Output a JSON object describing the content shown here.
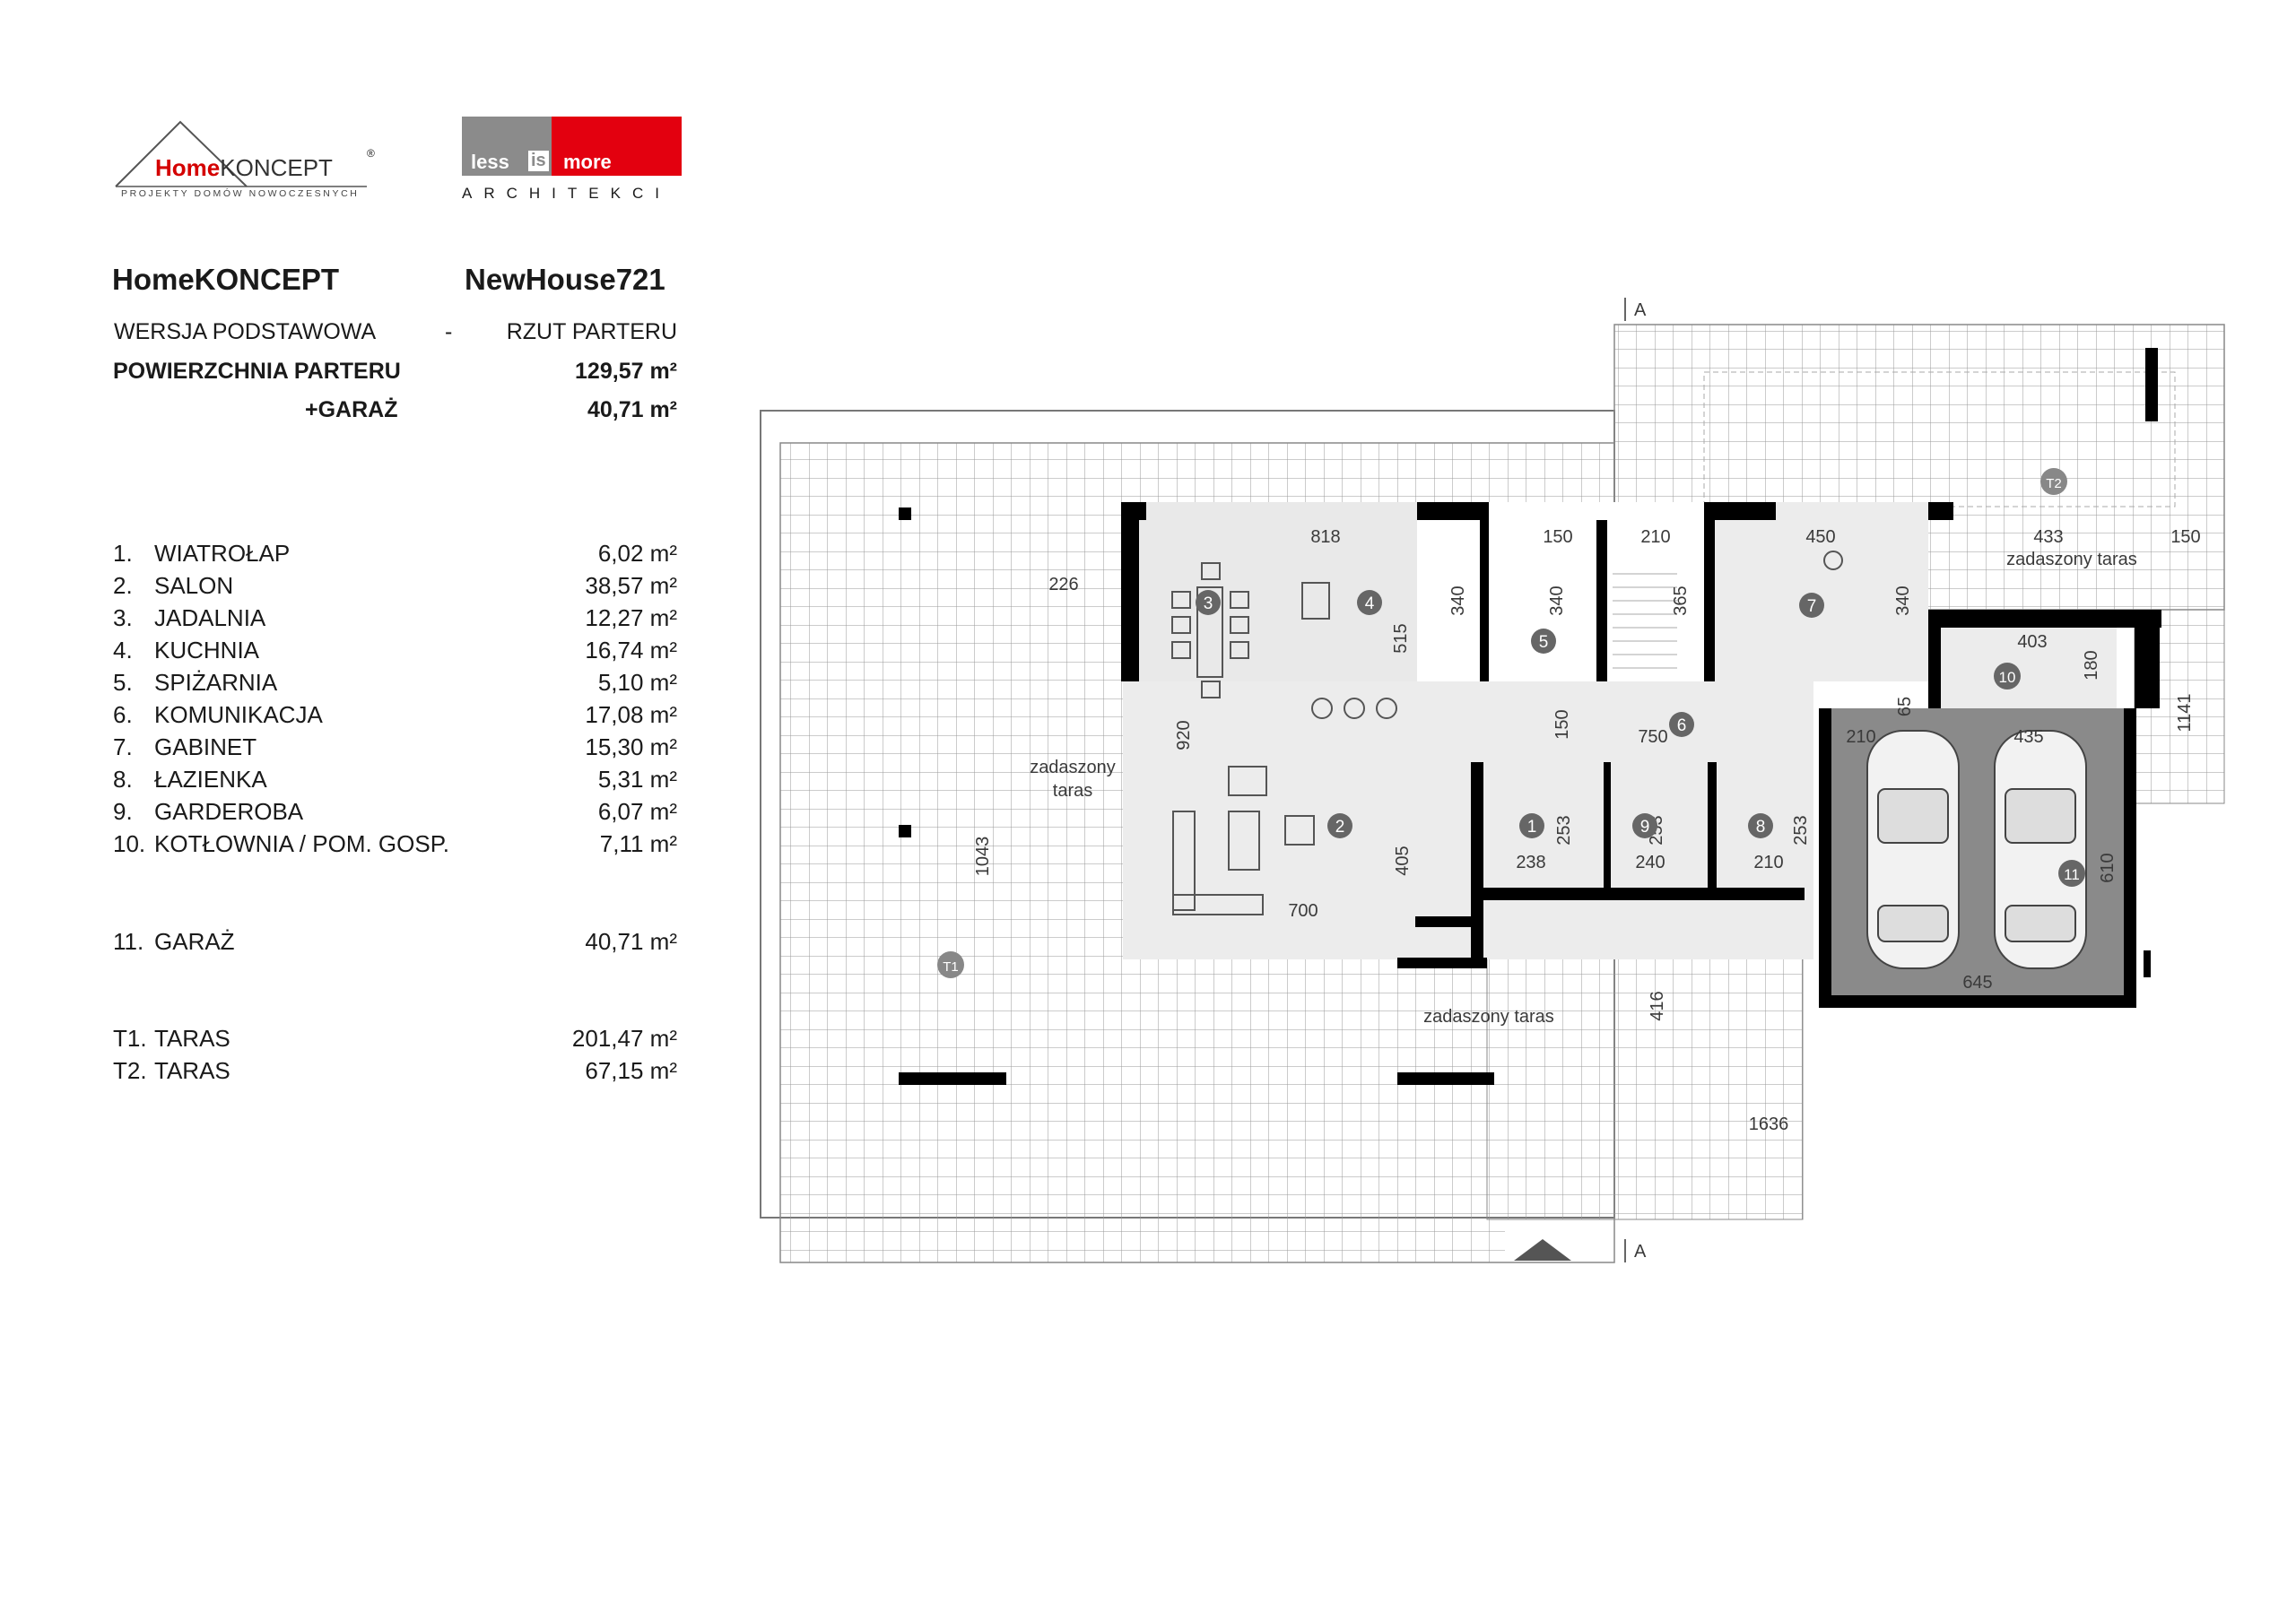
{
  "logos": {
    "homekoncept": {
      "part1": "Home",
      "part2": "KONCEPT",
      "registered": "®",
      "tagline": "PROJEKTY DOMÓW NOWOCZESNYCH"
    },
    "lessismore": {
      "less": "less",
      "is": "is",
      "more": "more",
      "subtitle": "ARCHITEKCI"
    }
  },
  "header": {
    "brand": "HomeKONCEPT",
    "project": "NewHouse721",
    "version": "WERSJA  PODSTAWOWA",
    "separator": "-",
    "view": "RZUT PARTERU",
    "area_label": "POWIERZCHNIA PARTERU",
    "area_value": "129,57 m²",
    "garage_label": "+GARAŻ",
    "garage_value": "40,71 m²"
  },
  "rooms": [
    {
      "num": "1.",
      "name": "WIATROŁAP",
      "area": "6,02 m²"
    },
    {
      "num": "2.",
      "name": "SALON",
      "area": "38,57 m²"
    },
    {
      "num": "3.",
      "name": "JADALNIA",
      "area": "12,27 m²"
    },
    {
      "num": "4.",
      "name": "KUCHNIA",
      "area": "16,74 m²"
    },
    {
      "num": "5.",
      "name": "SPIŻARNIA",
      "area": "5,10 m²"
    },
    {
      "num": "6.",
      "name": "KOMUNIKACJA",
      "area": "17,08 m²"
    },
    {
      "num": "7.",
      "name": "GABINET",
      "area": "15,30 m²"
    },
    {
      "num": "8.",
      "name": "ŁAZIENKA",
      "area": "5,31 m²"
    },
    {
      "num": "9.",
      "name": "GARDEROBA",
      "area": "6,07 m²"
    },
    {
      "num": "10.",
      "name": "KOTŁOWNIA / POM. GOSP.",
      "area": "7,11 m²"
    }
  ],
  "garage": {
    "num": "11.",
    "name": "GARAŻ",
    "area": "40,71 m²"
  },
  "terraces": [
    {
      "num": "T1.",
      "name": "TARAS",
      "area": "201,47 m²"
    },
    {
      "num": "T2.",
      "name": "TARAS",
      "area": "67,15 m²"
    }
  ],
  "plan": {
    "section_mark": "A",
    "labels": {
      "covered_terrace": "zadaszony taras",
      "covered_terrace_line1": "zadaszony",
      "covered_terrace_line2": "taras"
    },
    "room_markers": [
      "1",
      "2",
      "3",
      "4",
      "5",
      "6",
      "7",
      "8",
      "9",
      "10",
      "11",
      "T1",
      "T2"
    ],
    "dimensions": {
      "d818": "818",
      "d150a": "150",
      "d210a": "210",
      "d450": "450",
      "d433": "433",
      "d150b": "150",
      "d226": "226",
      "d340a": "340",
      "d340b": "340",
      "d365": "365",
      "d340c": "340",
      "d515": "515",
      "d403": "403",
      "d180": "180",
      "d65": "65",
      "d1141": "1141",
      "d920": "920",
      "d150c": "150",
      "d750": "750",
      "d210b": "210",
      "d435": "435",
      "d253a": "253",
      "d253b": "253",
      "d253c": "253",
      "d238": "238",
      "d240": "240",
      "d210c": "210",
      "d405": "405",
      "d700": "700",
      "d610": "610",
      "d645": "645",
      "d1043": "1043",
      "d416": "416",
      "d1636": "1636"
    }
  }
}
